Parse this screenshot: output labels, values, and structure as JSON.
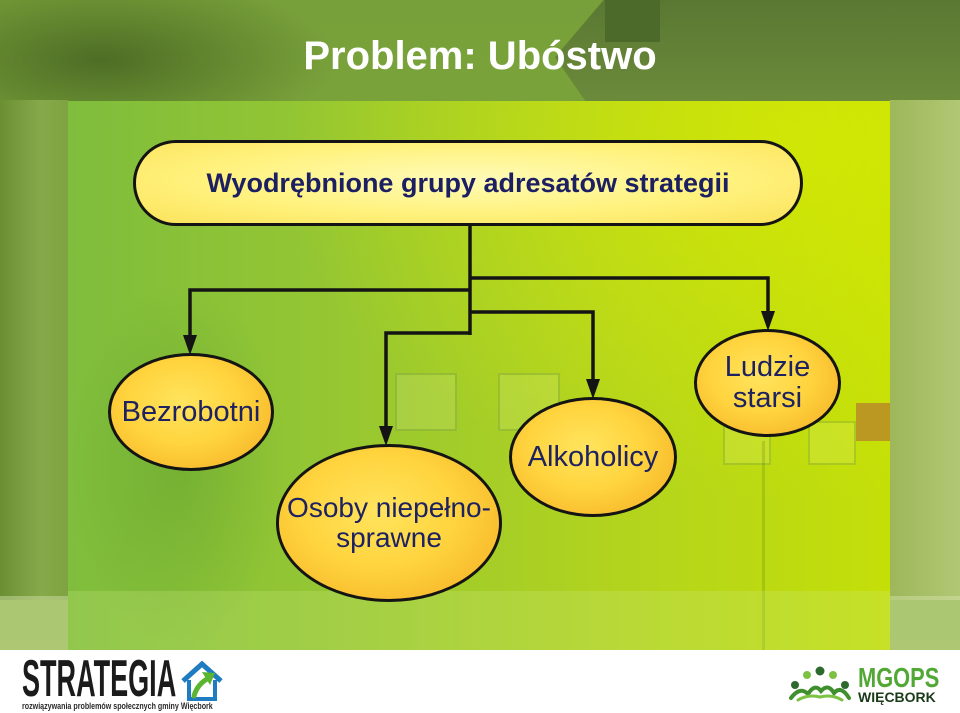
{
  "slide": {
    "title": "Problem: Ubóstwo"
  },
  "diagram": {
    "root": "Wyodrębnione grupy adresatów strategii",
    "groups": [
      {
        "lines": [
          "Bezrobotni"
        ]
      },
      {
        "lines": [
          "Osoby niepełno-",
          "sprawne"
        ]
      },
      {
        "lines": [
          "Alkoholicy"
        ]
      },
      {
        "lines": [
          "Ludzie",
          "starsi"
        ]
      }
    ]
  },
  "footer": {
    "strategia_logo": {
      "name": "STRATEGIA",
      "tagline": "rozwiązywania problemów społecznych gminy Więcbork",
      "icon": "house-arrow-icon"
    },
    "mgops_logo": {
      "name": "MGOPS",
      "place": "WIĘCBORK",
      "icon": "people-circle-icon"
    }
  },
  "colors": {
    "title_text": "#ffffff",
    "node_text": "#1e2260",
    "root_text": "#1d1f63",
    "connector": "#141414",
    "mgops_green": "#52a835",
    "strategia_dark": "#1b1b1b"
  }
}
